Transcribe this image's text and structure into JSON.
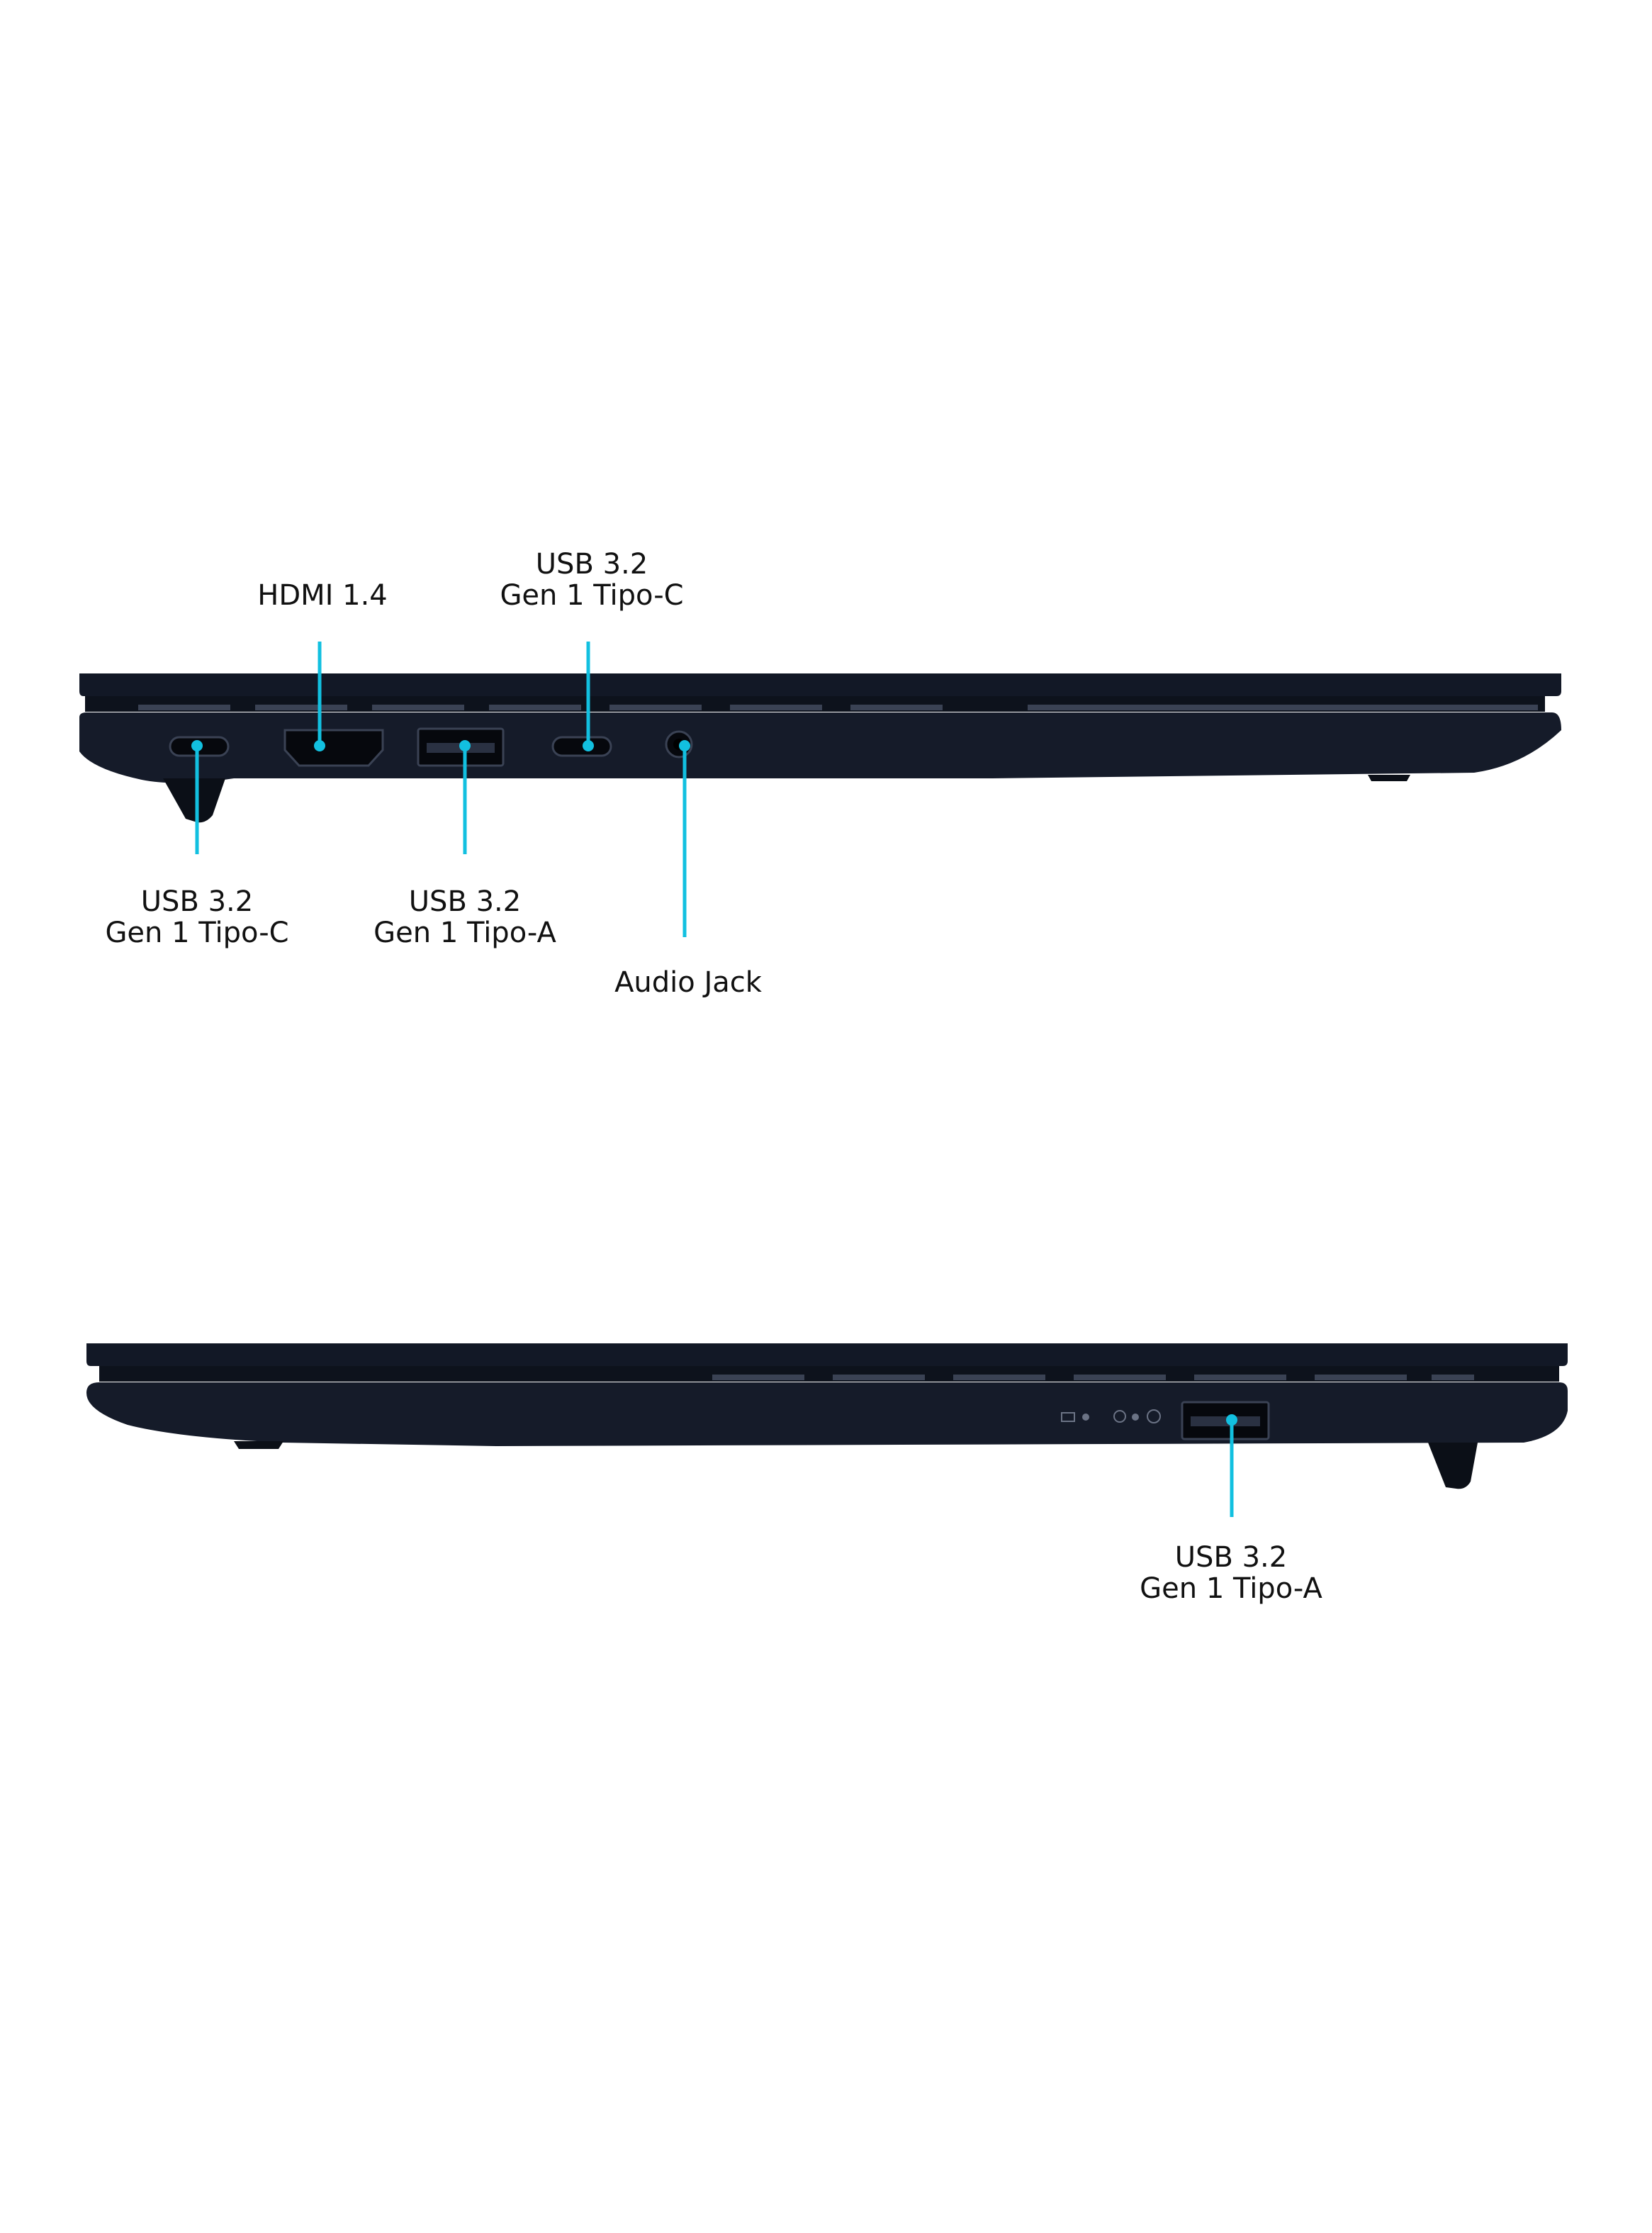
{
  "colors": {
    "background": "#ffffff",
    "chassis_dark": "#121826",
    "chassis_mid": "#1b2233",
    "port_black": "#06080d",
    "callout_cyan": "#12c0e0",
    "label_text": "#111111"
  },
  "left_side_view": {
    "callouts": {
      "usb_c_left": {
        "line1": "USB 3.2",
        "line2": "Gen 1 Tipo-C"
      },
      "hdmi": {
        "line1": "HDMI 1.4"
      },
      "usb_a_left": {
        "line1": "USB 3.2",
        "line2": "Gen 1 Tipo-A"
      },
      "usb_c_right": {
        "line1": "USB 3.2",
        "line2": "Gen 1 Tipo-C"
      },
      "audio_jack": {
        "line1": "Audio Jack"
      }
    }
  },
  "right_side_view": {
    "callouts": {
      "usb_a": {
        "line1": "USB 3.2",
        "line2": "Gen 1 Tipo-A"
      }
    }
  }
}
